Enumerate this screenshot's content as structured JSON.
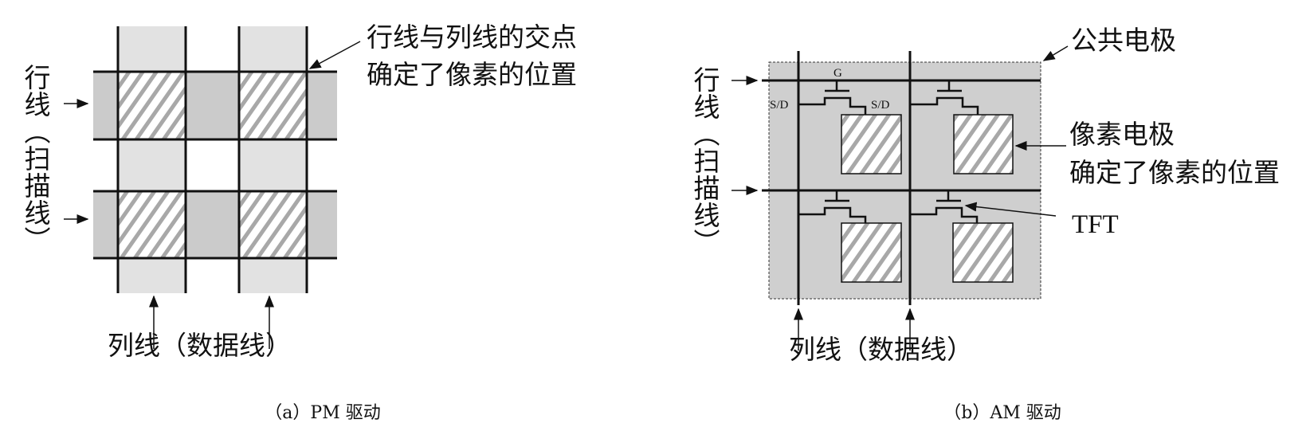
{
  "panel_a": {
    "row_label": "行线（扫描线）",
    "column_label": "列线（数据线）",
    "intersection_note_line1": "行线与列线的交点",
    "intersection_note_line2": "确定了像素的位置",
    "caption": "（a）PM 驱动"
  },
  "panel_b": {
    "row_label": "行线（扫描线）",
    "column_label": "列线（数据线）",
    "common_electrode": "公共电极",
    "pixel_electrode_line1": "像素电极",
    "pixel_electrode_line2": "确定了像素的位置",
    "tft": "TFT",
    "gate": "G",
    "source_drain_left": "S/D",
    "source_drain_right": "S/D",
    "caption": "（b）AM 驱动"
  },
  "colors": {
    "row_band": "#cbcbcb",
    "column_band": "#e2e2e2",
    "hatch": "#a8a8a8",
    "common_electrode": "#cfcfcf"
  }
}
